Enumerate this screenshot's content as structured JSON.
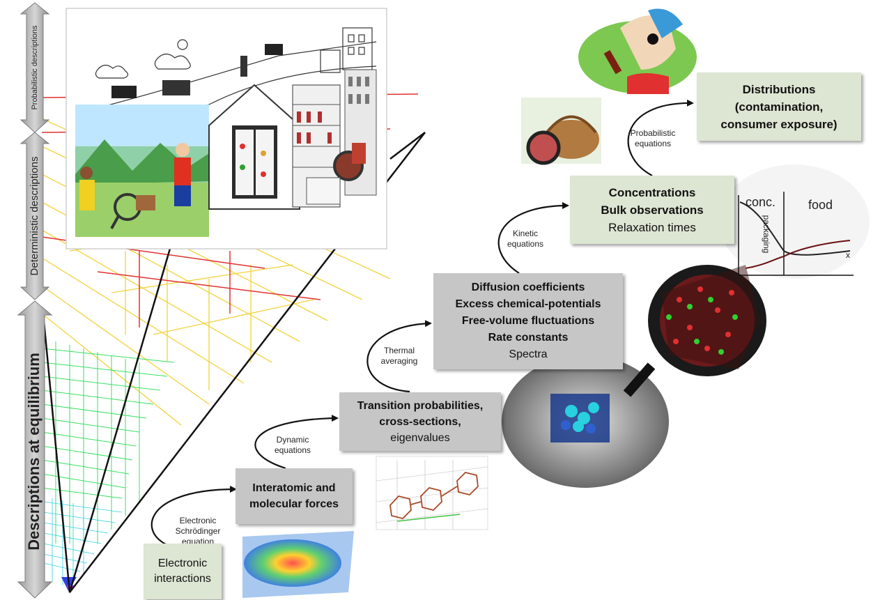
{
  "scale_bar": {
    "top_label": "Probabilistic descriptions",
    "middle_label": "Deterministic descriptions",
    "bottom_label": "Descriptions at equilibrium"
  },
  "boxes": {
    "electronic": {
      "line1": "Electronic",
      "line2": "interactions"
    },
    "forces": {
      "line1": "Interatomic and",
      "line2": "molecular forces"
    },
    "transition": {
      "line1": "Transition probabilities,",
      "line2": "cross-sections,",
      "line3": "eigenvalues"
    },
    "diffusion": {
      "line1": "Diffusion coefficients",
      "line2": "Excess chemical-potentials",
      "line3": "Free-volume fluctuations",
      "line4": "Rate constants",
      "line5": "Spectra"
    },
    "concentrations": {
      "line1": "Concentrations",
      "line2": "Bulk observations",
      "line3": "Relaxation times"
    },
    "distributions": {
      "line1": "Distributions",
      "line2": "(contamination,",
      "line3": "consumer exposure)"
    }
  },
  "arrow_labels": {
    "schrodinger": {
      "line1": "Electronic",
      "line2": "Schrödinger",
      "line3": "equation"
    },
    "dynamic": {
      "line1": "Dynamic",
      "line2": "equations"
    },
    "thermal": {
      "line1": "Thermal",
      "line2": "averaging"
    },
    "kinetic": {
      "line1": "Kinetic",
      "line2": "equations"
    },
    "probabilistic": {
      "line1": "Probabilistic",
      "line2": "equations"
    }
  },
  "inset_plot": {
    "ylabel": "conc.",
    "region_right": "food",
    "region_left": "packaging",
    "xlabel": "x"
  },
  "colors": {
    "box_light": "#dde5d3",
    "box_gray": "#c6c6c6",
    "scale_arrow": "#b5b5b5",
    "grid_yellow": "#f2d23a",
    "grid_red": "#e03030",
    "grid_green": "#38e060"
  }
}
